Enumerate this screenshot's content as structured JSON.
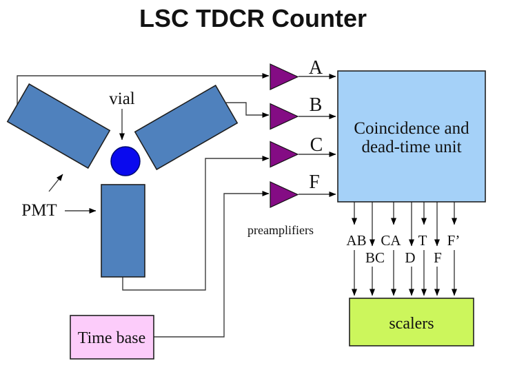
{
  "title": "LSC TDCR Counter",
  "colors": {
    "title": "#1878C8",
    "pmt_fill": "#4F81BD",
    "vial_fill": "#0A0AEE",
    "preamp_fill": "#840C84",
    "coincidence_fill": "#A5D1F8",
    "scalers_fill": "#CCF65C",
    "time_base_fill": "#FCCCFA"
  },
  "detector": {
    "vial_label": "vial",
    "pmt_label": "PMT"
  },
  "preamps": {
    "caption": "preamplifiers",
    "channels": [
      "A",
      "B",
      "C",
      "F"
    ]
  },
  "coincidence_unit": {
    "line1": "Coincidence and",
    "line2": "dead-time unit"
  },
  "outputs": {
    "row1": [
      "AB",
      "CA",
      "T",
      "F’"
    ],
    "row2": [
      "BC",
      "D",
      "F"
    ]
  },
  "scalers": {
    "label": "scalers"
  },
  "time_base": {
    "label": "Time base"
  }
}
